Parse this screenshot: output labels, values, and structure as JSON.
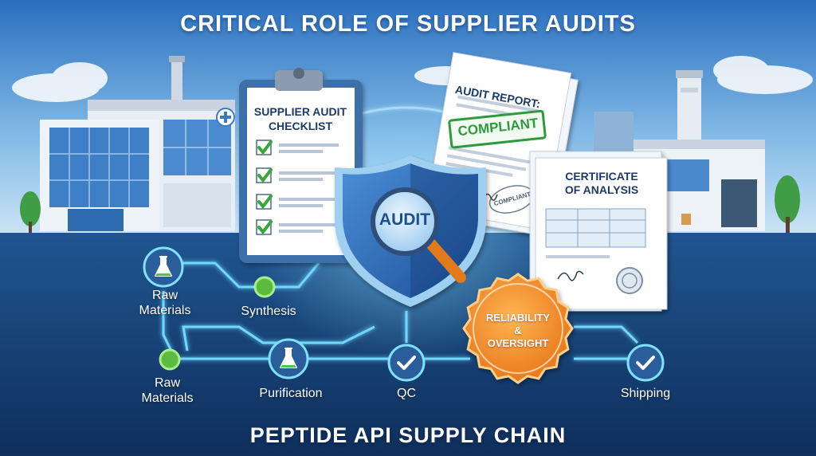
{
  "title": "CRITICAL ROLE OF SUPPLIER AUDITS",
  "subtitle": "PEPTIDE API SUPPLY CHAIN",
  "checklist": {
    "title_line1": "SUPPLIER AUDIT",
    "title_line2": "CHECKLIST",
    "checked_items": 4
  },
  "audit_report": {
    "title": "AUDIT REPORT:",
    "stamp": "COMPLIANT",
    "small_stamp": "COMPLIANT"
  },
  "certificate": {
    "title_line1": "CERTIFICATE",
    "title_line2": "OF ANALYSIS"
  },
  "shield": {
    "label": "AUDIT"
  },
  "badge": {
    "line1": "RELIABILITY",
    "line2": "&",
    "line3": "OVERSIGHT"
  },
  "nodes": [
    {
      "id": "raw-materials-top",
      "label_line1": "Raw",
      "label_line2": "Materials",
      "icon": "flask-icon"
    },
    {
      "id": "synthesis",
      "label_line1": "Synthesis",
      "label_line2": "",
      "icon": "dot"
    },
    {
      "id": "raw-materials-bottom",
      "label_line1": "Raw",
      "label_line2": "Materials",
      "icon": "dot"
    },
    {
      "id": "purification",
      "label_line1": "Purification",
      "label_line2": "",
      "icon": "flask-icon"
    },
    {
      "id": "qc",
      "label_line1": "QC",
      "label_line2": "",
      "icon": "check-icon"
    },
    {
      "id": "shipping",
      "label_line1": "Shipping",
      "label_line2": "",
      "icon": "check-icon"
    }
  ],
  "colors": {
    "sky_top": "#2f78c4",
    "sky_bottom": "#b9dcf3",
    "ground": "#173f72",
    "accent_glow": "#5fd4ff",
    "shield": "#2a66b4",
    "badge": "#f08a24",
    "check_green": "#3aa53a",
    "stamp_green": "#2e9a3c"
  }
}
